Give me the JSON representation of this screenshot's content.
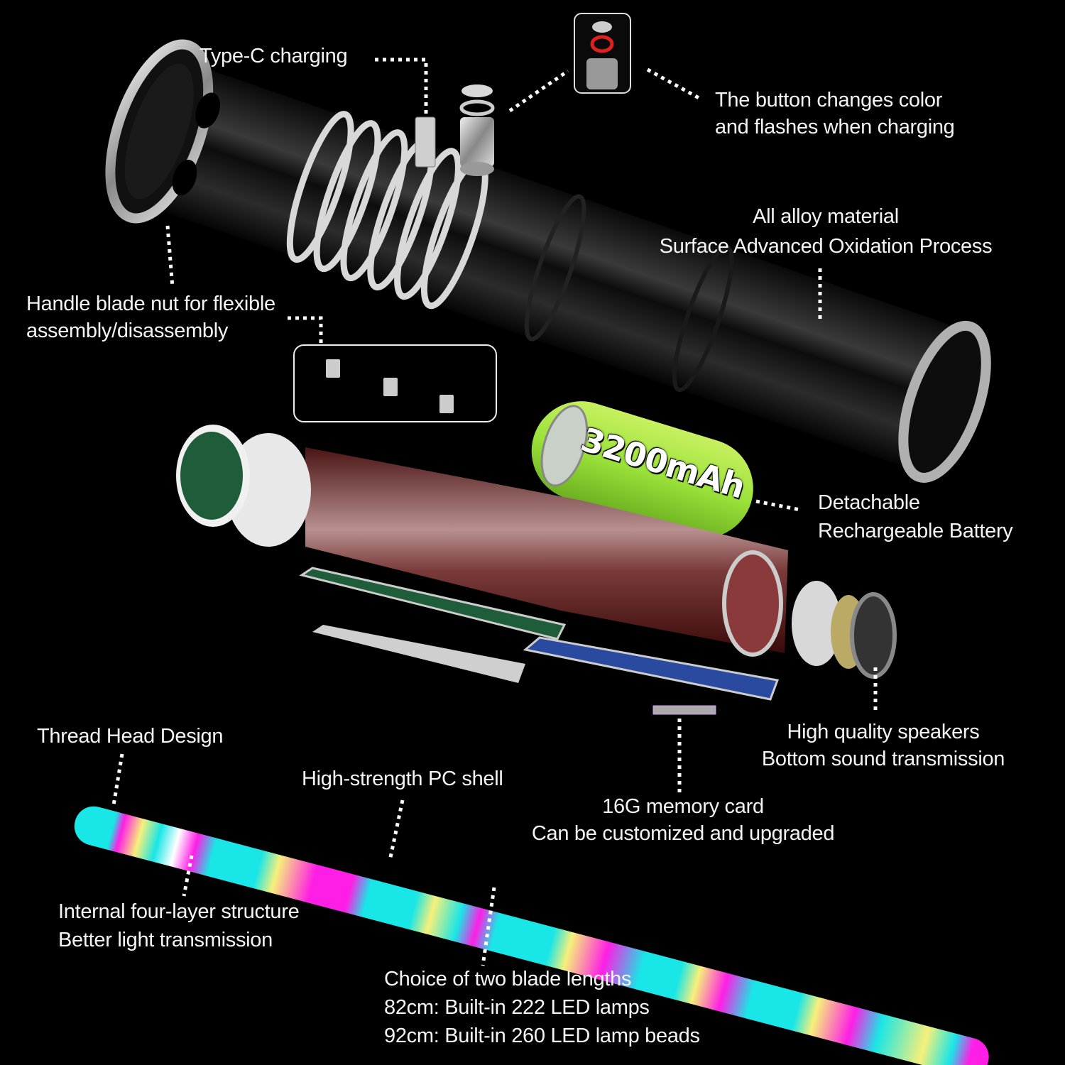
{
  "labels": {
    "type_c": "Type-C charging",
    "button_line1": "The button changes color",
    "button_line2": "and flashes when charging",
    "alloy_line1": "All alloy material",
    "alloy_line2": "Surface Advanced Oxidation Process",
    "nut_line1": "Handle blade nut for flexible",
    "nut_line2": "assembly/disassembly",
    "battery_line1": "Detachable",
    "battery_line2": "Rechargeable Battery",
    "speaker_line1": "High quality speakers",
    "speaker_line2": "Bottom sound transmission",
    "thread_head": "Thread Head Design",
    "pc_shell": "High-strength PC shell",
    "memory_line1": "16G memory card",
    "memory_line2": "Can be customized and upgraded",
    "structure_line1": "Internal four-layer structure",
    "structure_line2": "Better light transmission",
    "blade_line1": "Choice of two blade lengths",
    "blade_line2": "82cm: Built-in 222 LED lamps",
    "blade_line3": "92cm: Built-in 260 LED lamp beads"
  },
  "battery": {
    "capacity": "3200mAh",
    "color": "#9be23a"
  },
  "colors": {
    "background": "#000000",
    "text": "#f4f4f4",
    "blade_cyan": "#19e6e6",
    "blade_magenta": "#ff1ee6",
    "blade_yellow": "#f6f07a",
    "button_ring": "#e02020",
    "pcb_green": "#1f5c3a",
    "pcb_blue": "#2a4aa0",
    "chassis": "#6b2a2a"
  }
}
